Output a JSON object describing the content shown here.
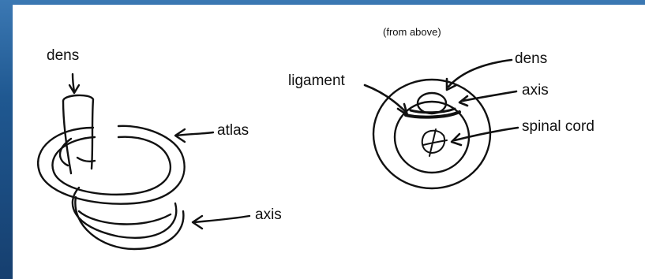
{
  "left_diagram": {
    "labels": {
      "dens": "dens",
      "atlas": "atlas",
      "axis": "axis"
    }
  },
  "right_diagram": {
    "caption": "(from above)",
    "labels": {
      "ligament": "ligament",
      "dens": "dens",
      "axis": "axis",
      "spinal_cord": "spinal cord"
    }
  },
  "colors": {
    "background": "#1f5891",
    "panel": "#ffffff",
    "ink": "#111111"
  }
}
